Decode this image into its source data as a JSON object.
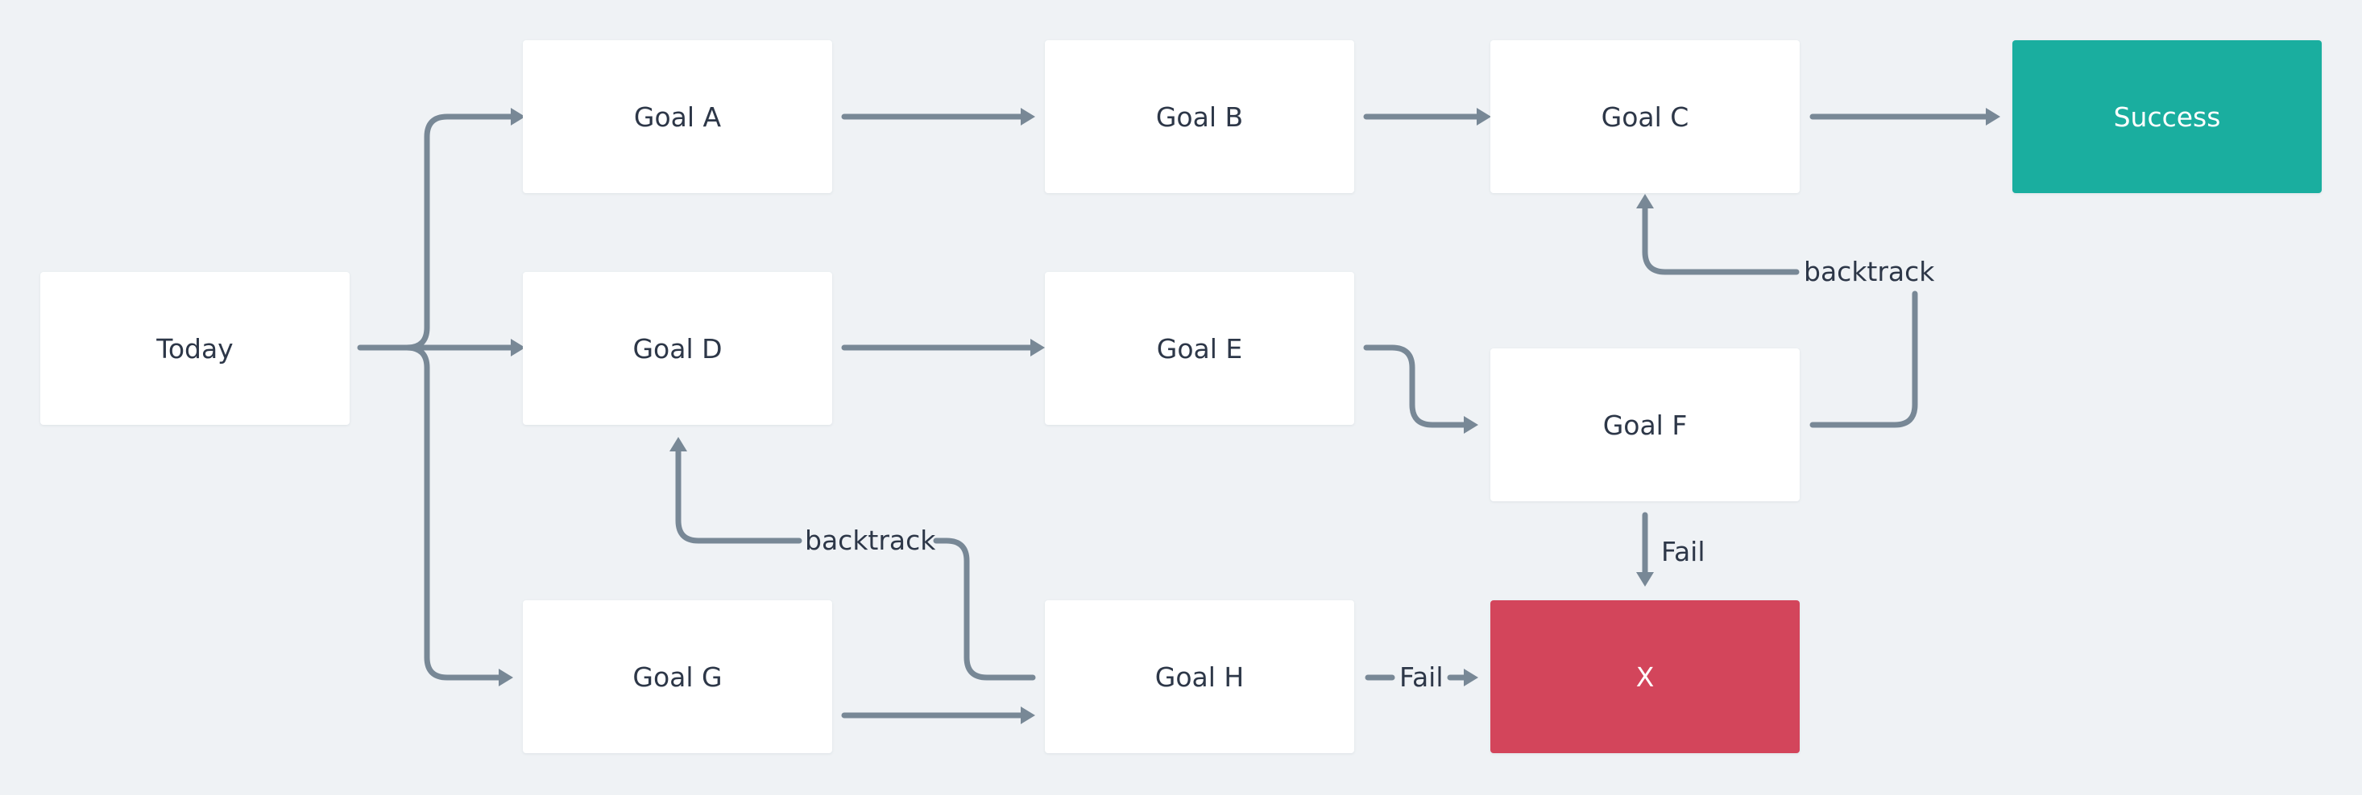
{
  "colors": {
    "background": "#eff2f5",
    "node": "#ffffff",
    "node_text": "#2d3748",
    "success": "#1aae9f",
    "fail": "#d3455b",
    "edge": "#788896"
  },
  "nodes": {
    "today": "Today",
    "goal_a": "Goal A",
    "goal_b": "Goal B",
    "goal_c": "Goal C",
    "goal_d": "Goal D",
    "goal_e": "Goal E",
    "goal_f": "Goal F",
    "goal_g": "Goal G",
    "goal_h": "Goal H",
    "success": "Success",
    "x": "X"
  },
  "edge_labels": {
    "backtrack_f_c": "backtrack",
    "backtrack_h_d": "backtrack",
    "fail_f_x": "Fail",
    "fail_h_x": "Fail"
  },
  "edges": [
    {
      "from": "Today",
      "to": "Goal A"
    },
    {
      "from": "Today",
      "to": "Goal D"
    },
    {
      "from": "Today",
      "to": "Goal G"
    },
    {
      "from": "Goal A",
      "to": "Goal B"
    },
    {
      "from": "Goal B",
      "to": "Goal C"
    },
    {
      "from": "Goal C",
      "to": "Success"
    },
    {
      "from": "Goal D",
      "to": "Goal E"
    },
    {
      "from": "Goal E",
      "to": "Goal F"
    },
    {
      "from": "Goal F",
      "to": "Goal C",
      "label": "backtrack"
    },
    {
      "from": "Goal F",
      "to": "X",
      "label": "Fail"
    },
    {
      "from": "Goal G",
      "to": "Goal H"
    },
    {
      "from": "Goal H",
      "to": "Goal D",
      "label": "backtrack"
    },
    {
      "from": "Goal H",
      "to": "X",
      "label": "Fail"
    }
  ]
}
